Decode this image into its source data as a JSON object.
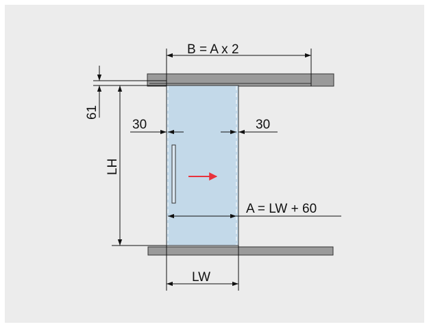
{
  "labels": {
    "b_eq": "B = A x 2",
    "a_eq": "A = LW + 60",
    "dim_61": "61",
    "lh": "LH",
    "dim_30_left": "30",
    "dim_30_right": "30",
    "lw": "LW"
  },
  "colors": {
    "background": "#ececec",
    "door_glass": "#c3d9e9",
    "track": "#9a9a9a",
    "line": "#111111",
    "arrow": "#e8323c"
  }
}
